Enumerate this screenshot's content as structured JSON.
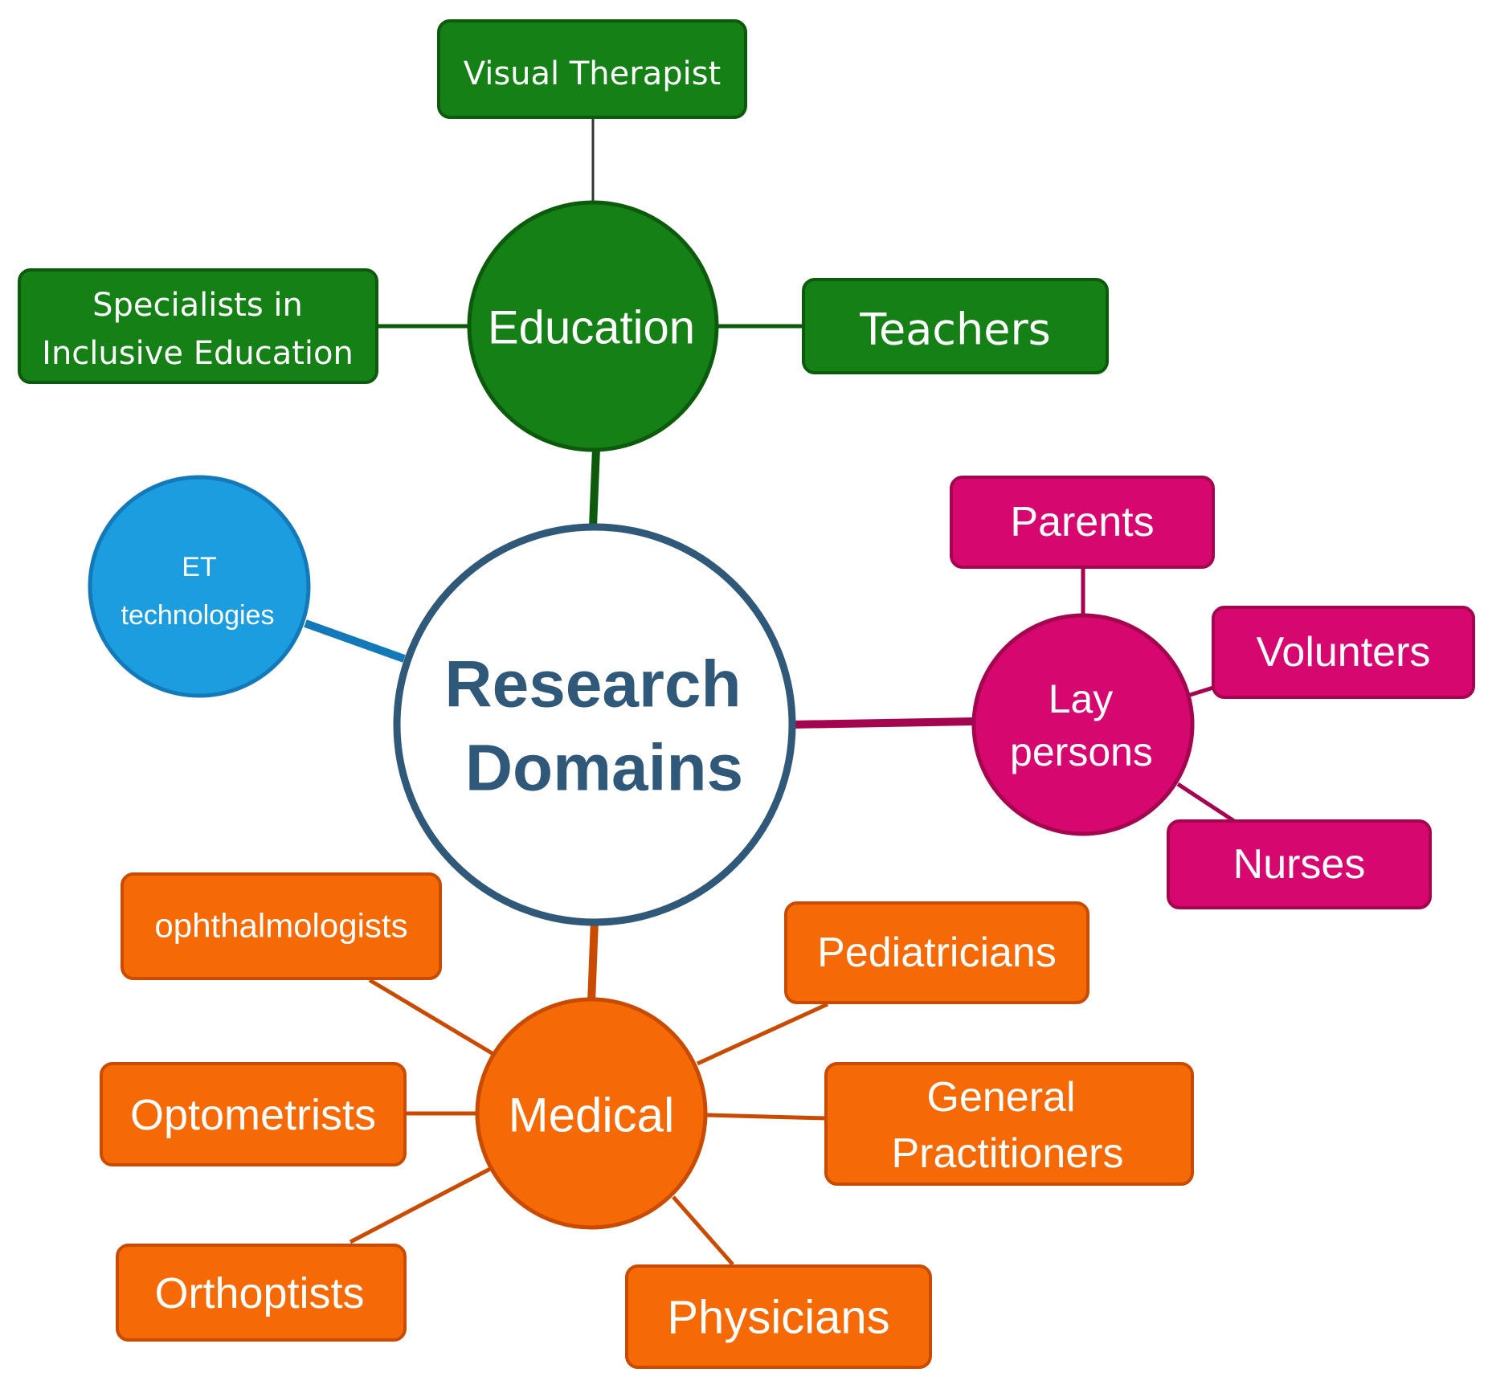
{
  "colors": {
    "center_stroke": "#2f5879",
    "center_text": "#2f5879",
    "education": "#158015",
    "education_border": "#0c5a0c",
    "et": "#1c9de0",
    "et_border": "#1379b8",
    "lay": "#d6076f",
    "lay_border": "#a4054f",
    "medical": "#f56a06",
    "medical_border": "#c84b00"
  },
  "center": {
    "line1": "Research",
    "line2": "Domains"
  },
  "domains": {
    "education": {
      "label": "Education",
      "leaves": {
        "visual_therapist": "Visual Therapist",
        "specialists_line1": "Specialists in",
        "specialists_line2": "Inclusive Education",
        "teachers": "Teachers"
      }
    },
    "et": {
      "line1": "ET",
      "line2": "technologies"
    },
    "lay": {
      "line1": "Lay",
      "line2": "persons",
      "leaves": {
        "parents": "Parents",
        "volunters": "Volunters",
        "nurses": "Nurses"
      }
    },
    "medical": {
      "label": "Medical",
      "leaves": {
        "ophthalmologists": "ophthalmologists",
        "pediatricians": "Pediatricians",
        "optometrists": "Optometrists",
        "gp_line1": "General",
        "gp_line2": "Practitioners",
        "orthoptists": "Orthoptists",
        "physicians": "Physicians"
      }
    }
  }
}
